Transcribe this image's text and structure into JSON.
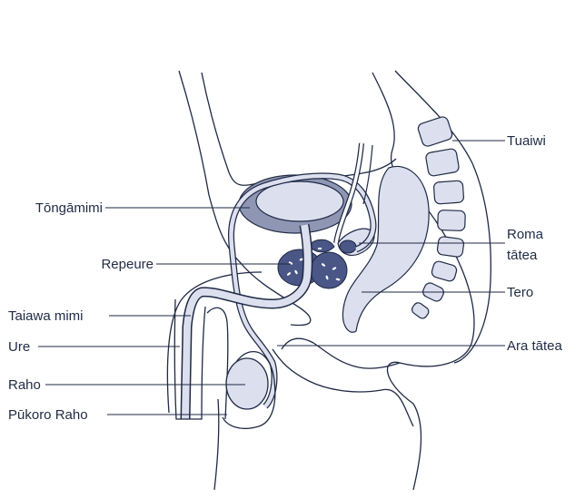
{
  "labels": {
    "spine": "Tuaiwi",
    "bladder": "Tōngāmimi",
    "prostate": "Repeure",
    "seminal_vesicle_line1": "Roma",
    "seminal_vesicle_line2": "tātea",
    "rectum": "Tero",
    "urethra": "Taiawa mimi",
    "penis": "Ure",
    "vas_deferens": "Ara tātea",
    "testis": "Raho",
    "scrotum": "Pūkoro Raho"
  },
  "colors": {
    "outline": "#1f2a44",
    "bladder_wall": "#8e96b4",
    "organ_fill": "#dcdfee",
    "prostate": "#4a5686",
    "background": "#ffffff"
  }
}
